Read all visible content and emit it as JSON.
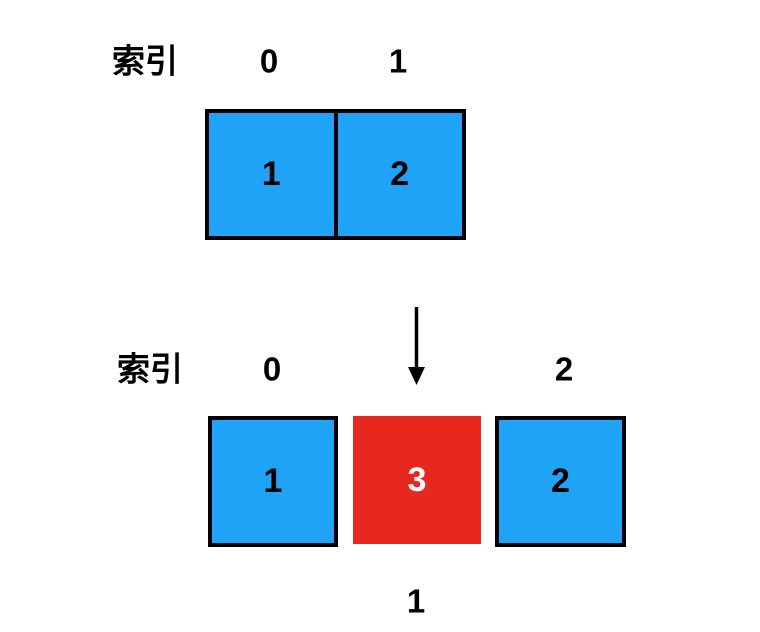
{
  "colors": {
    "background": "#ffffff",
    "cell_blue": "#1fa3f6",
    "cell_red": "#e8271e",
    "cell_border": "#000000",
    "cell_text_on_blue": "#000000",
    "cell_text_on_red": "#ffffff",
    "label_text": "#000000",
    "arrow": "#000000"
  },
  "diagram": {
    "top_row": {
      "index_label": "索引",
      "indices": [
        "0",
        "1"
      ],
      "cells": [
        {
          "value": "1"
        },
        {
          "value": "2"
        }
      ]
    },
    "arrow_icon": "down-arrow",
    "bottom_row": {
      "index_label": "索引",
      "indices": [
        "0",
        "2"
      ],
      "cells": [
        {
          "value": "1",
          "color": "blue"
        },
        {
          "value": "3",
          "color": "red"
        },
        {
          "value": "2",
          "color": "blue"
        }
      ],
      "inserted_index_label": "1"
    }
  }
}
